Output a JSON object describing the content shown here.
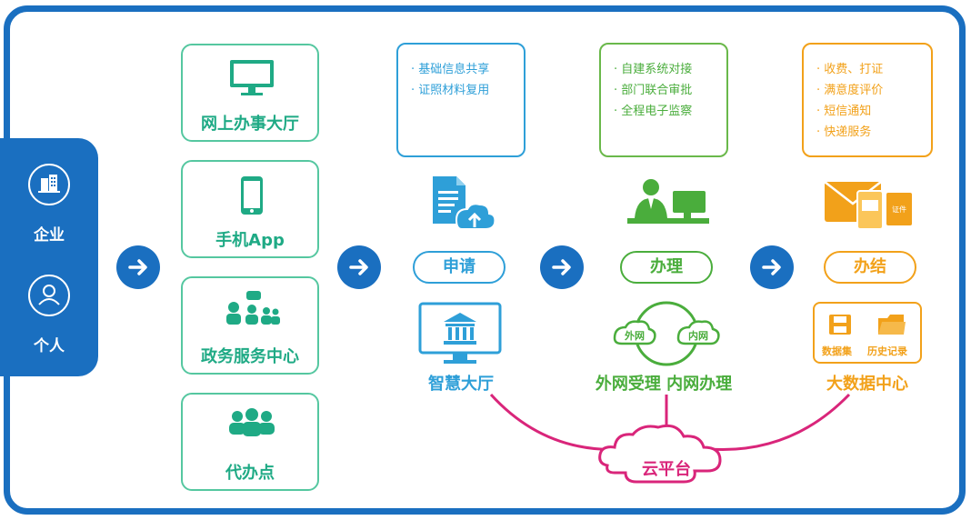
{
  "sidebar": {
    "enterprise": "企业",
    "individual": "个人"
  },
  "channels": [
    {
      "label": "网上办事大厅",
      "icon": "monitor-icon"
    },
    {
      "label": "手机App",
      "icon": "smartphone-icon"
    },
    {
      "label": "政务服务中心",
      "icon": "service-people-icon"
    },
    {
      "label": "代办点",
      "icon": "agents-group-icon"
    }
  ],
  "apply": {
    "items": [
      "· 基础信息共享",
      "· 证照材料复用"
    ],
    "pill": "申请",
    "caption": "智慧大厅"
  },
  "process": {
    "items": [
      "· 自建系统对接",
      "· 部门联合审批",
      "· 全程电子监察"
    ],
    "pill": "办理",
    "cloud_outer": "外网",
    "cloud_inner": "内网",
    "caption": "外网受理 内网办理"
  },
  "finish": {
    "items": [
      "· 收费、打证",
      "· 满意度评价",
      "· 短信通知",
      "· 快递服务"
    ],
    "pill": "办结",
    "tag_card": "证件",
    "dataset": "数据集",
    "history": "历史记录",
    "caption": "大数据中心"
  },
  "cloud_platform": "云平台",
  "colors": {
    "blue": "#1a6fc0",
    "teal": "#1faa85",
    "cyan": "#2e9fd8",
    "green": "#4aad3c",
    "orange": "#f2a11a",
    "magenta": "#d9257a"
  }
}
